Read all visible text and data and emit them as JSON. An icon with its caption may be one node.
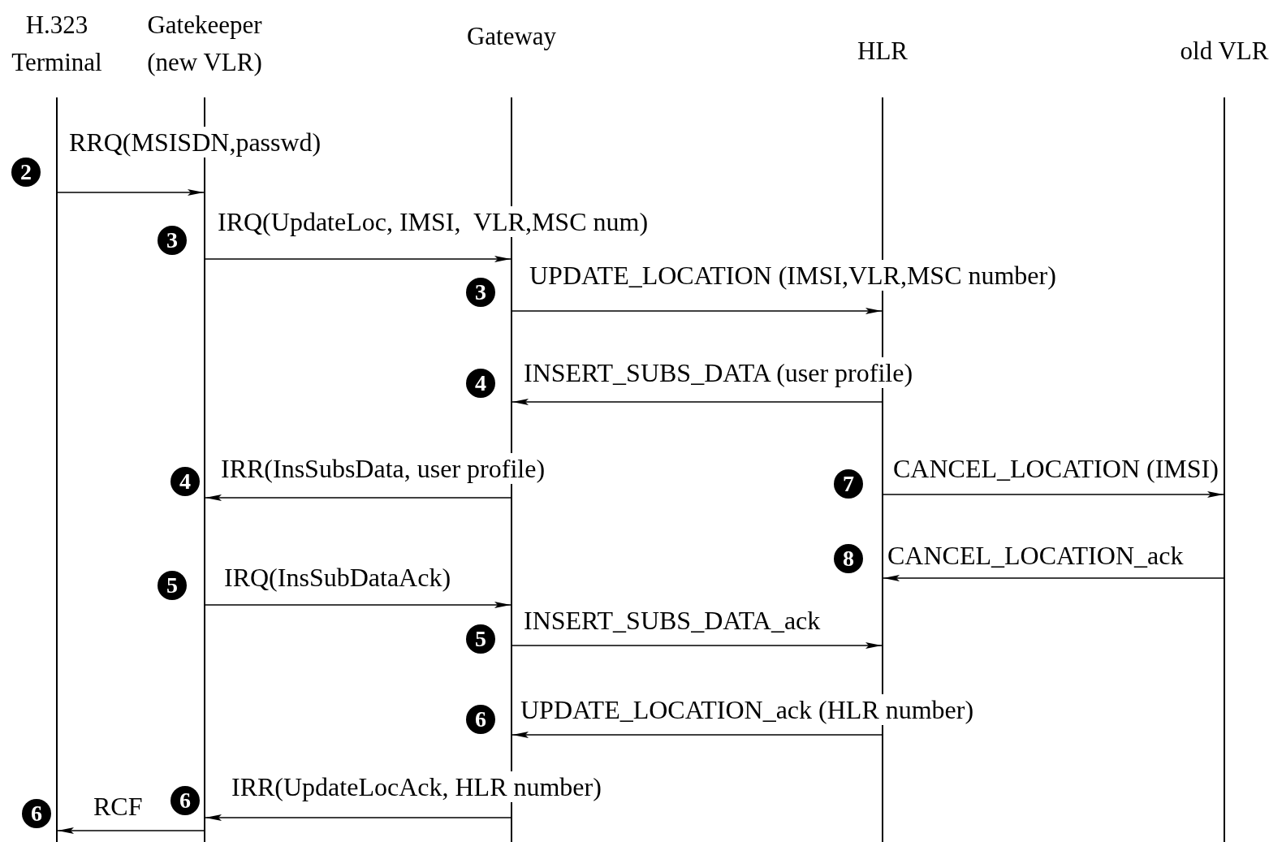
{
  "diagram": {
    "nodes": [
      {
        "text": [
          "H.323 Terminal"
        ]
      },
      {
        "text": [
          "Gatekeeper (new VLR)"
        ]
      },
      {
        "text": [
          "Gateway"
        ]
      },
      {
        "text": [
          "HLR"
        ]
      },
      {
        "text": [
          "old VLR"
        ]
      }
    ],
    "edges": [
      {
        "from": 0,
        "to": 1,
        "arrow": "to",
        "label": "RRQ(MSISDN,passwd)"
      },
      {
        "from": 1,
        "to": 2,
        "arrow": "to",
        "label": "IRQ(UpdateLoc, IMSI,  VLR,MSC num)"
      },
      {
        "from": 2,
        "to": 3,
        "arrow": "to",
        "label": "UPDATE_LOCATION (IMSI,VLR,MSC number)"
      },
      {
        "from": 3,
        "to": 2,
        "arrow": "to",
        "label": "INSERT_SUBS_DATA (user profile)"
      },
      {
        "from": 2,
        "to": 1,
        "arrow": "to",
        "label": "IRR(InsSubsData, user profile)"
      },
      {
        "from": 3,
        "to": 4,
        "arrow": "to",
        "label": "CANCEL_LOCATION (IMSI)"
      },
      {
        "from": 4,
        "to": 3,
        "arrow": "to",
        "label": "CANCEL_LOCATION_ack"
      },
      {
        "from": 1,
        "to": 2,
        "arrow": "to",
        "label": "IRQ(InsSubDataAck)"
      },
      {
        "from": 2,
        "to": 3,
        "arrow": "to",
        "label": "INSERT_SUBS_DATA_ack"
      },
      {
        "from": 3,
        "to": 2,
        "arrow": "to",
        "label": "UPDATE_LOCATION_ack (HLR number)"
      },
      {
        "from": 2,
        "to": 1,
        "arrow": "to",
        "label": "IRR(UpdateLocAck, HLR number)"
      },
      {
        "from": 1,
        "to": 0,
        "arrow": "to",
        "label": "RCF"
      }
    ],
    "labels": [
      "2",
      "3",
      "3",
      "4",
      "4",
      "7",
      "8",
      "5",
      "5",
      "6",
      "6",
      "6"
    ]
  }
}
